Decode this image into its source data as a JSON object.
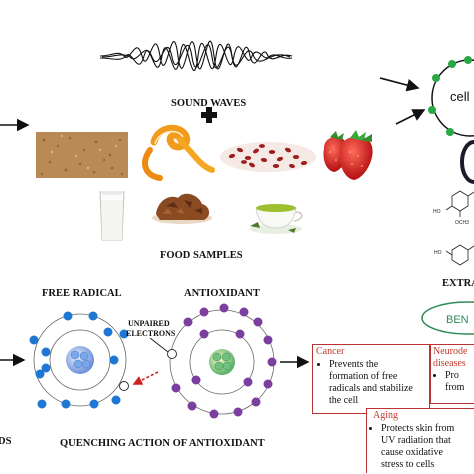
{
  "labels": {
    "sound_waves": "SOUND WAVES",
    "food_samples": "FOOD SAMPLES",
    "free_radical": "FREE RADICAL",
    "antioxidant": "ANTIOXIDANT",
    "unpaired_electrons_1": "UNPAIRED",
    "unpaired_electrons_2": "ELECTRONS",
    "quenching": "QUENCHING ACTION OF ANTIOXIDANT",
    "cell_fragment": "cell",
    "extra_fragment": "EXTRA",
    "ben_fragment": "BEN",
    "left_fragment": "DS"
  },
  "benefits": {
    "cancer": {
      "title": "Cancer",
      "text_lines": [
        "Prevents the",
        "formation of free",
        "radicals and stabilize",
        "the cell"
      ]
    },
    "neuro": {
      "title_lines": [
        "Neurode",
        "diseases"
      ],
      "text_lines": [
        "Pro",
        "from"
      ]
    },
    "aging": {
      "title": "Aging",
      "text_lines": [
        "Protects skin from",
        "UV radiation  that",
        "cause oxidative",
        "stress to cells"
      ]
    }
  },
  "colors": {
    "electron_blue": "#1f77d4",
    "electron_purple": "#7b3fa0",
    "cell_green": "#27a844",
    "arrow": "#111111",
    "red_arrow": "#cc2222",
    "box_border": "#b33333",
    "ben_ellipse": "#2e8b57"
  },
  "icons": [
    "plus-icon",
    "milk-glass-icon",
    "tea-cup-icon",
    "strawberry-icon",
    "orange-peel-icon",
    "rice-pile-icon",
    "red-beans-icon",
    "dried-fruit-icon",
    "chemical-structure-icon"
  ]
}
